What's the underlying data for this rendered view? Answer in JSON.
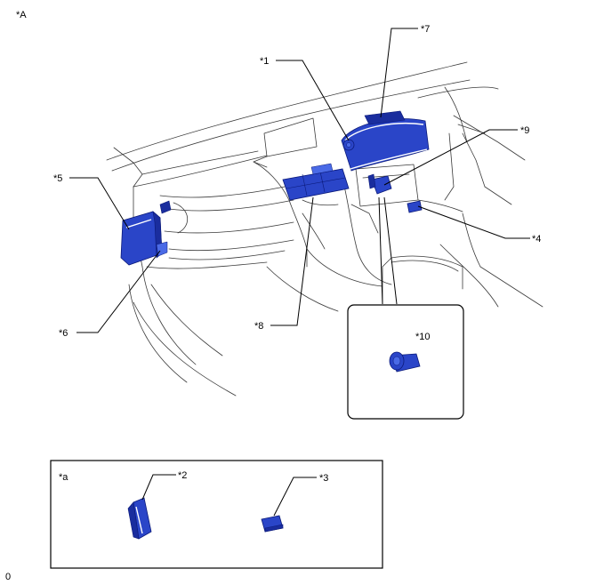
{
  "view_label": "*A",
  "inset_label": "*a",
  "footer_code": "0",
  "callouts": {
    "c1": "*1",
    "c2": "*2",
    "c3": "*3",
    "c4": "*4",
    "c5": "*5",
    "c6": "*6",
    "c7": "*7",
    "c8": "*8",
    "c9": "*9",
    "c10": "*10"
  },
  "colors": {
    "highlight_part": "#2a45c8",
    "outline": "#3a3a3a",
    "leader": "#000000"
  }
}
